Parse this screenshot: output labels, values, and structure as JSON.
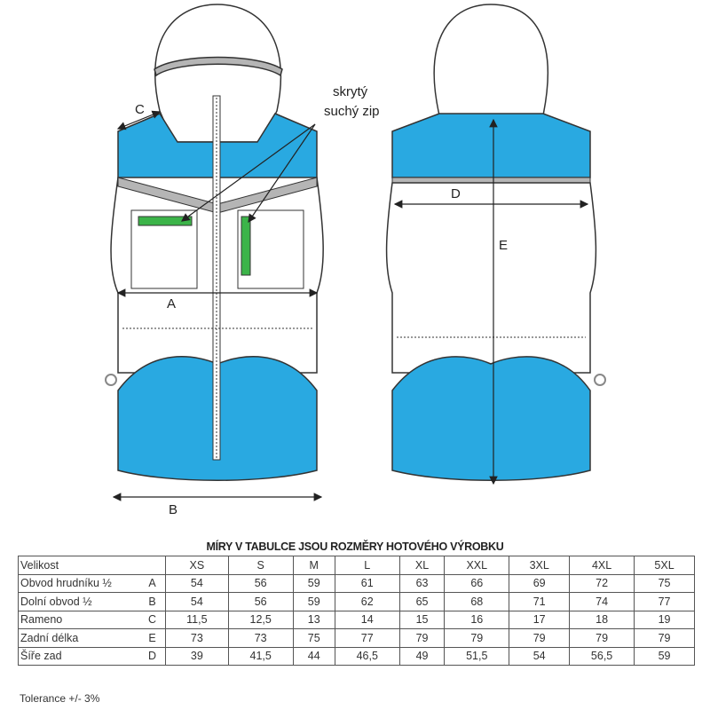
{
  "labels": {
    "hidden_zip": [
      "skrytý",
      "suchý zip"
    ],
    "A": "A",
    "B": "B",
    "C": "C",
    "D": "D",
    "E": "E"
  },
  "colors": {
    "blue": "#29a9e1",
    "green": "#3cb449",
    "grey": "#b5b5b5"
  },
  "table": {
    "title": "MÍRY V TABULCE JSOU ROZMĚRY HOTOVÉHO VÝROBKU",
    "header": {
      "label": "Velikost",
      "sizes": [
        "XS",
        "S",
        "M",
        "L",
        "XL",
        "XXL",
        "3XL",
        "4XL",
        "5XL"
      ]
    },
    "rows": [
      {
        "name": "Obvod hrudníku ½",
        "code": "A",
        "values": [
          "54",
          "56",
          "59",
          "61",
          "63",
          "66",
          "69",
          "72",
          "75"
        ]
      },
      {
        "name": "Dolní obvod ½",
        "code": "B",
        "values": [
          "54",
          "56",
          "59",
          "62",
          "65",
          "68",
          "71",
          "74",
          "77"
        ]
      },
      {
        "name": "Rameno",
        "code": "C",
        "values": [
          "11,5",
          "12,5",
          "13",
          "14",
          "15",
          "16",
          "17",
          "18",
          "19"
        ]
      },
      {
        "name": "Zadní délka",
        "code": "E",
        "values": [
          "73",
          "73",
          "75",
          "77",
          "79",
          "79",
          "79",
          "79",
          "79"
        ]
      },
      {
        "name": "Šíře zad",
        "code": "D",
        "values": [
          "39",
          "41,5",
          "44",
          "46,5",
          "49",
          "51,5",
          "54",
          "56,5",
          "59"
        ]
      }
    ]
  },
  "tolerance": "Tolerance +/- 3%"
}
